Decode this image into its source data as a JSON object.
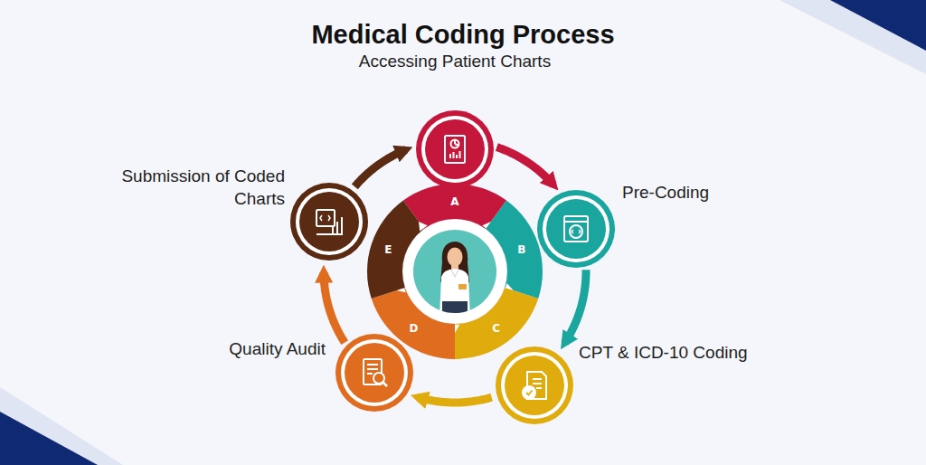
{
  "diagram": {
    "title": "Medical Coding Process",
    "nodes": [
      {
        "text": [
          "Accessing Patient Charts"
        ]
      },
      {
        "text": [
          "Pre-Coding"
        ]
      },
      {
        "text": [
          "CPT & ICD-10 Coding"
        ]
      },
      {
        "text": [
          "Quality Audit"
        ]
      },
      {
        "text": [
          "Submission of Coded Charts"
        ]
      },
      {
        "text": [
          "A"
        ]
      },
      {
        "text": [
          "B"
        ]
      },
      {
        "text": [
          "C"
        ]
      },
      {
        "text": [
          "D"
        ]
      },
      {
        "text": [
          "E"
        ]
      }
    ],
    "edges": [
      {
        "from": 0,
        "to": 1,
        "arrow": "to"
      },
      {
        "from": 1,
        "to": 2,
        "arrow": "to"
      },
      {
        "from": 2,
        "to": 3,
        "arrow": "to"
      },
      {
        "from": 3,
        "to": 4,
        "arrow": "to"
      },
      {
        "from": 4,
        "to": 0,
        "arrow": "to"
      }
    ]
  }
}
